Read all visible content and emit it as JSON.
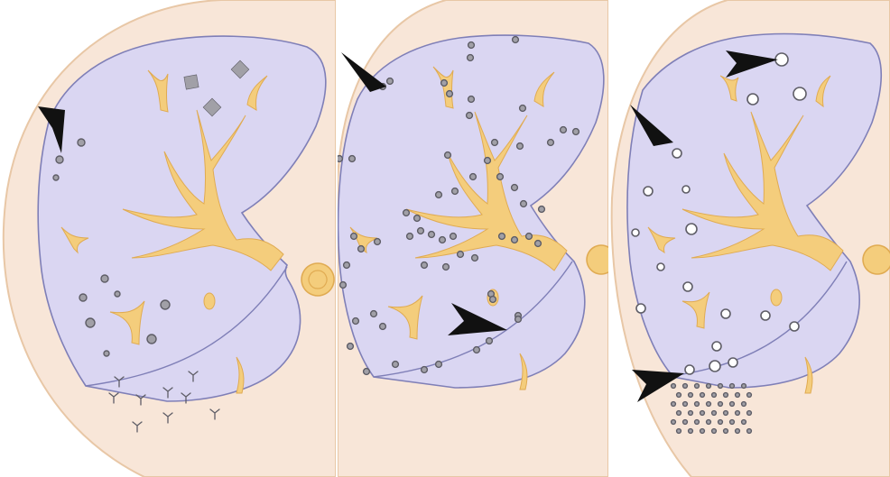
{
  "figure": {
    "panels": [
      {
        "pattern": "perilymphatic",
        "nodule_shape": "solid",
        "arrowhead_count": 1
      },
      {
        "pattern": "random",
        "nodule_shape": "solid",
        "arrowhead_count": 2
      },
      {
        "pattern": "centrilobular",
        "nodule_shape": "ring",
        "arrowhead_count": 3
      }
    ],
    "colors": {
      "chest_wall": "#f8e6d8",
      "chest_wall_outline": "#e8c7a6",
      "lung": "#dad6f2",
      "lung_outline": "#7f7fb7",
      "bronchovascular": "#f4cd7c",
      "bronchovascular_outline": "#e0ab52",
      "nodule_fill": "#a1a0a7",
      "nodule_outline": "#5e5d66",
      "ring_nodule_fill": "#ffffff",
      "arrowhead": "#111111",
      "background": "#ffffff"
    }
  }
}
